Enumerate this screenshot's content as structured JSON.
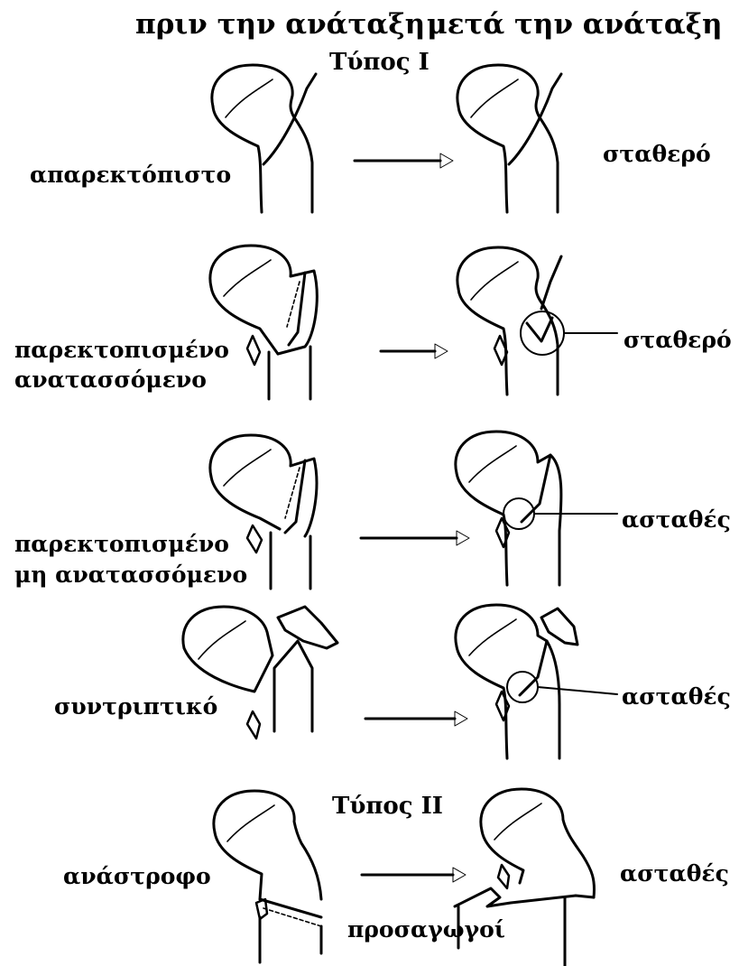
{
  "headers": {
    "before": "πριν την ανάταξη",
    "after": "μετά την ανάταξη"
  },
  "types": {
    "type1": "Τύπος  I",
    "type2": "Τύπος  II"
  },
  "rows": [
    {
      "left_label_1": "απαρεκτόπιστο",
      "left_label_2": "",
      "right_label": "σταθερό"
    },
    {
      "left_label_1": "παρεκτοπισμένο",
      "left_label_2": "ανατασσόμενο",
      "right_label": "σταθερό"
    },
    {
      "left_label_1": "παρεκτοπισμένο",
      "left_label_2": "μη ανατασσόμενο",
      "right_label": "ασταθές"
    },
    {
      "left_label_1": "συντριπτικό",
      "left_label_2": "",
      "right_label": "ασταθές"
    },
    {
      "left_label_1": "ανάστροφο",
      "left_label_2": "",
      "right_label": "ασταθές"
    }
  ],
  "annotation": "προσαγωγοί"
}
